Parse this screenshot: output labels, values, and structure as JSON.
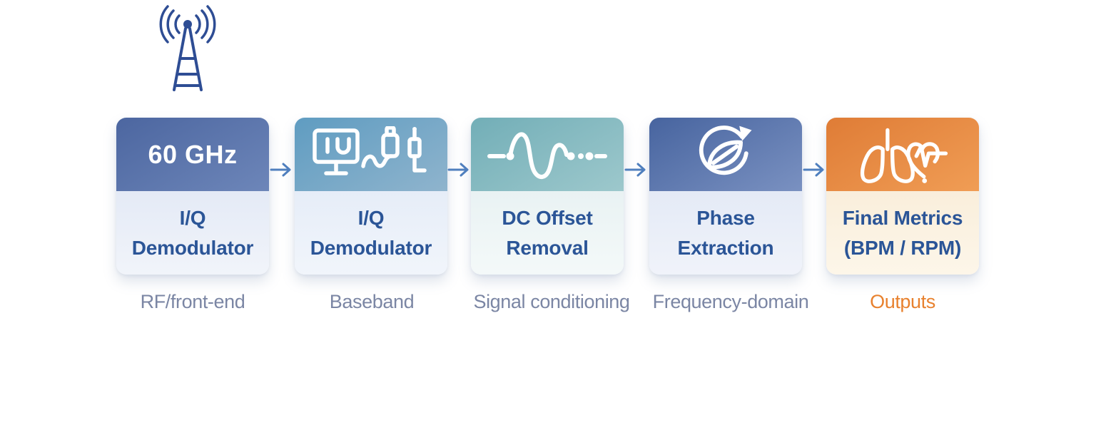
{
  "diagram": {
    "type": "pipeline-flow",
    "background_color": "#ffffff",
    "antenna": {
      "icon": "radio-tower-icon",
      "color": "#2e4d94"
    },
    "arrow": {
      "color": "#4f7fbe",
      "count": 4
    },
    "stages": [
      {
        "id": "rf-front-end",
        "header_text": "60 GHz",
        "icon": null,
        "label_line1": "I/Q",
        "label_line2": "Demodulator",
        "caption": "RF/front-end",
        "header_color_top": "#4c66a0",
        "header_color_bottom": "#6d86b9",
        "body_color": "#e8edf8",
        "label_color": "#2b5597",
        "caption_color": "#7b86a4"
      },
      {
        "id": "baseband",
        "header_text": "",
        "icon": "monitor-cable-plug-icon",
        "label_line1": "I/Q",
        "label_line2": "Demodulator",
        "caption": "Baseband",
        "header_color_top": "#5f9cc1",
        "header_color_bottom": "#8fb4cd",
        "body_color": "#e9eff9",
        "label_color": "#2b5597",
        "caption_color": "#7b86a4"
      },
      {
        "id": "signal-conditioning",
        "header_text": "",
        "icon": "sine-wave-icon",
        "label_line1": "DC Offset",
        "label_line2": "Removal",
        "caption": "Signal conditioning",
        "header_color_top": "#72aeb7",
        "header_color_bottom": "#9dc8cc",
        "body_color": "#edf5f6",
        "label_color": "#2b5597",
        "caption_color": "#7b86a4"
      },
      {
        "id": "frequency-domain",
        "header_text": "",
        "icon": "phase-cycle-leaf-icon",
        "label_line1": "Phase",
        "label_line2": "Extraction",
        "caption": "Frequency-domain",
        "header_color_top": "#47649f",
        "header_color_bottom": "#7a91c1",
        "body_color": "#e8edf8",
        "label_color": "#2b5597",
        "caption_color": "#7b86a4"
      },
      {
        "id": "outputs",
        "header_text": "",
        "icon": "lungs-heart-icon",
        "label_line1": "Final Metrics",
        "label_line2": "(BPM / RPM)",
        "caption": "Outputs",
        "header_color_top": "#df7c36",
        "header_color_bottom": "#f09d55",
        "body_color": "#fbf1e1",
        "label_color": "#2b5597",
        "caption_color": "#e8812e"
      }
    ]
  }
}
